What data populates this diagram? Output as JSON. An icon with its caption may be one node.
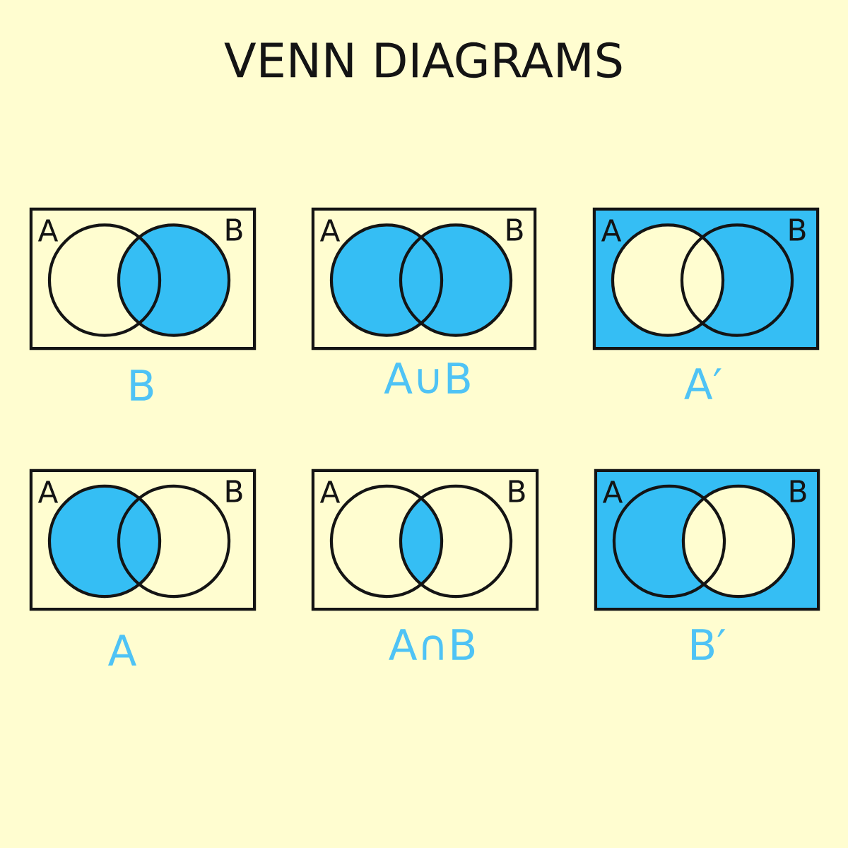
{
  "diagram": {
    "title": "VENN DIAGRAMS",
    "nodes": [
      {
        "text": [],
        "shape": "box",
        "beside": [
          "B"
        ]
      },
      {
        "text": [],
        "shape": "circle",
        "in": 0,
        "beside": [
          "A"
        ]
      },
      {
        "text": [],
        "shape": "circle",
        "in": 0,
        "beside": [
          "B"
        ]
      },
      {
        "text": [],
        "shape": "box",
        "beside": [
          "A∪B"
        ]
      },
      {
        "text": [],
        "shape": "circle",
        "in": 3,
        "beside": [
          "A"
        ]
      },
      {
        "text": [],
        "shape": "circle",
        "in": 3,
        "beside": [
          "B"
        ]
      },
      {
        "text": [],
        "shape": "box",
        "beside": [
          "A′"
        ]
      },
      {
        "text": [],
        "shape": "circle",
        "in": 6,
        "beside": [
          "A"
        ]
      },
      {
        "text": [],
        "shape": "circle",
        "in": 6,
        "beside": [
          "B"
        ]
      },
      {
        "text": [],
        "shape": "box",
        "beside": [
          "A"
        ]
      },
      {
        "text": [],
        "shape": "circle",
        "in": 9,
        "beside": [
          "A"
        ]
      },
      {
        "text": [],
        "shape": "circle",
        "in": 9,
        "beside": [
          "B"
        ]
      },
      {
        "text": [],
        "shape": "box",
        "beside": [
          "A∩B"
        ]
      },
      {
        "text": [],
        "shape": "circle",
        "in": 12,
        "beside": [
          "A"
        ]
      },
      {
        "text": [],
        "shape": "circle",
        "in": 12,
        "beside": [
          "B"
        ]
      },
      {
        "text": [],
        "shape": "box",
        "beside": [
          "B′"
        ]
      },
      {
        "text": [],
        "shape": "circle",
        "in": 15,
        "beside": [
          "A"
        ]
      },
      {
        "text": [],
        "shape": "circle",
        "in": 15,
        "beside": [
          "B"
        ]
      }
    ]
  }
}
